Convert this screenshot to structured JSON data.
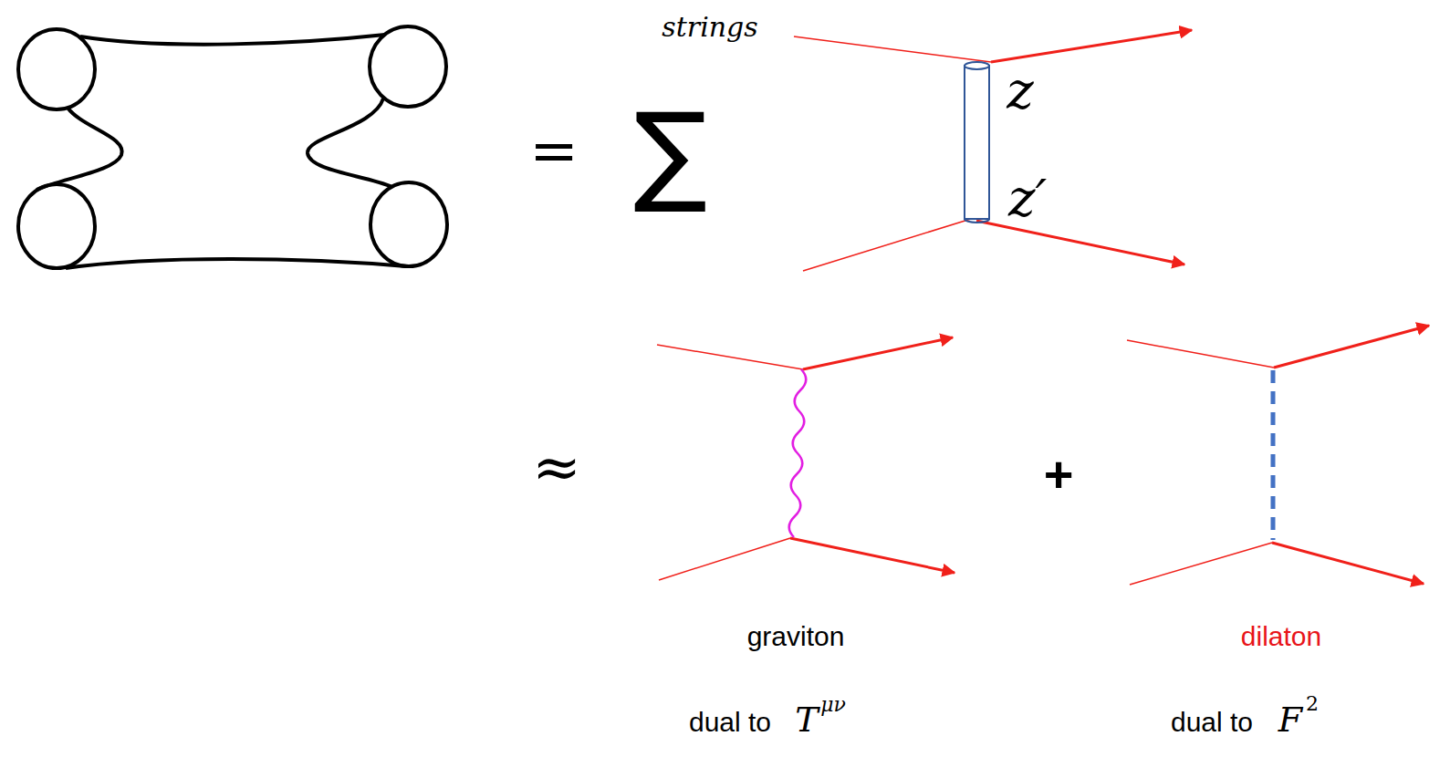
{
  "diagram": {
    "labels": [
      "=",
      "strings",
      "∑",
      "z",
      "z′",
      "≈",
      "+",
      "graviton",
      "dilaton",
      "dual to",
      "T",
      "μν",
      "dual to",
      "F",
      "2"
    ]
  }
}
